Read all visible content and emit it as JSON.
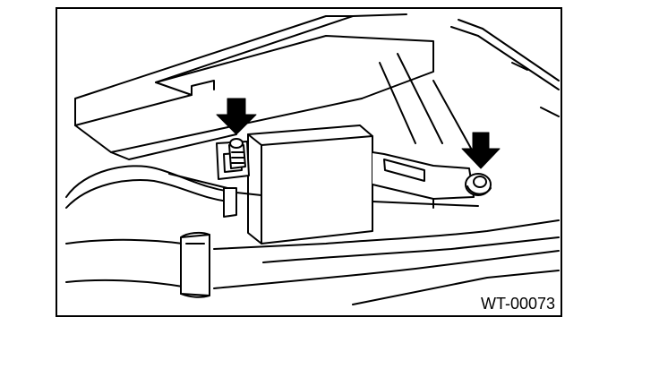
{
  "figure": {
    "id_label": "WT-00073",
    "line_color": "#000000",
    "background_color": "#ffffff",
    "callouts": [
      {
        "name": "left-arrow",
        "icon": "arrow-down-icon",
        "points_to": "left-nut"
      },
      {
        "name": "right-arrow",
        "icon": "arrow-down-icon",
        "points_to": "right-bolt"
      }
    ]
  }
}
